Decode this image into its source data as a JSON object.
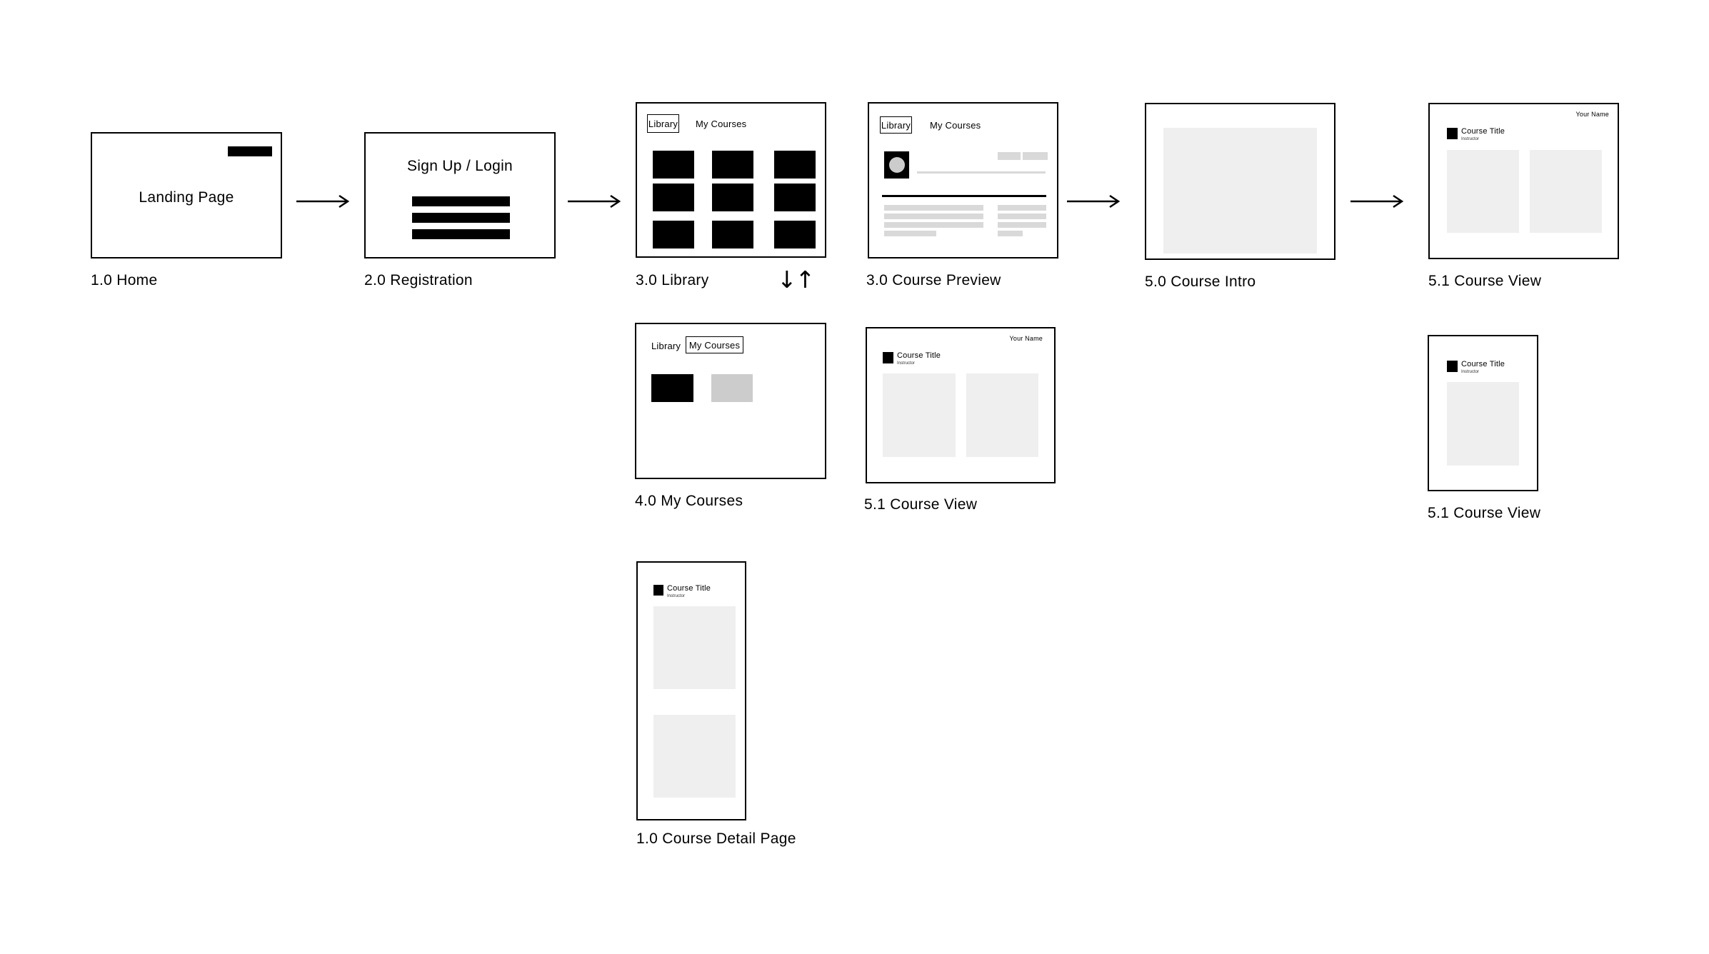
{
  "colors": {
    "ink": "#000000",
    "panel": "#efefef",
    "chip": "#d9d9d9",
    "tile-muted": "#cccccc",
    "bg": "#ffffff"
  },
  "frames": {
    "home": {
      "label": "1.0 Home",
      "title": "Landing Page"
    },
    "registration": {
      "label": "2.0 Registration",
      "title": "Sign Up / Login"
    },
    "library": {
      "label": "3.0 Library",
      "tab_library": "Library",
      "tab_my_courses": "My Courses"
    },
    "course_preview": {
      "label": "3.0 Course Preview",
      "tab_library": "Library",
      "tab_my_courses": "My Courses"
    },
    "course_intro": {
      "label": "5.0 Course Intro"
    },
    "course_view_top": {
      "label": "5.1 Course View",
      "user_name": "Your Name",
      "course_title": "Course Title",
      "instructor": "Instructor"
    },
    "my_courses": {
      "label": "4.0 My Courses",
      "tab_library": "Library",
      "tab_my_courses": "My Courses"
    },
    "course_view_mid": {
      "label": "5.1 Course View",
      "user_name": "Your Name",
      "course_title": "Course Title",
      "instructor": "Instructor"
    },
    "course_view_portrait": {
      "label": "5.1 Course View",
      "course_title": "Course Title",
      "instructor": "Instructor"
    },
    "course_detail": {
      "label": "1.0 Course Detail Page",
      "course_title": "Course Title",
      "instructor": "Instructor"
    }
  },
  "arrows": {
    "sync_label": "↓↑"
  }
}
